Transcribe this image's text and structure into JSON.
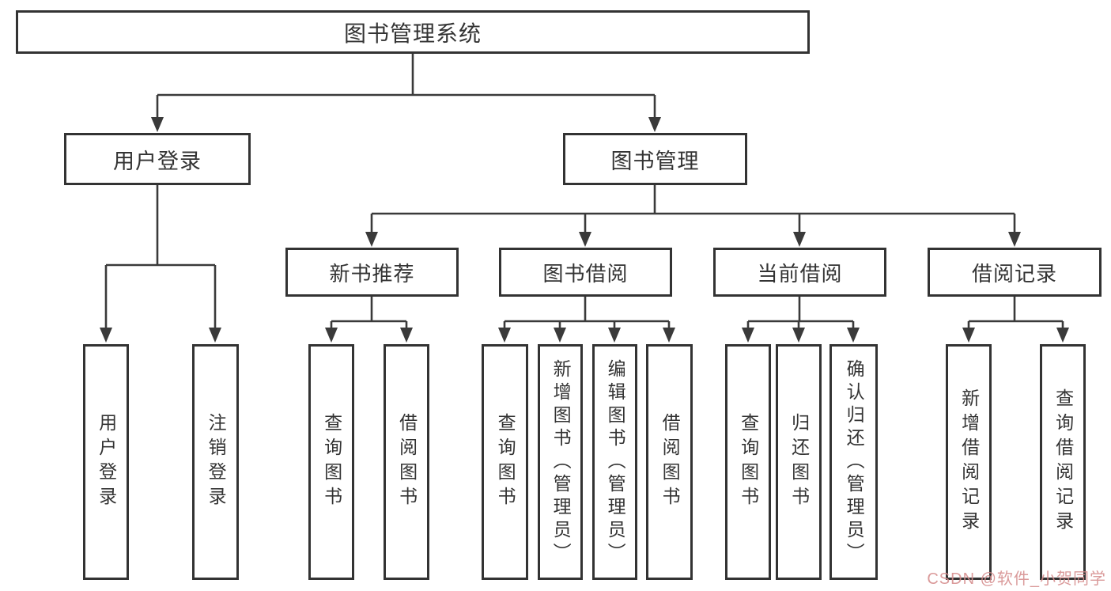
{
  "colors": {
    "line": "#3a3a3a",
    "box_border": "#333333",
    "text": "#333333",
    "background": "#ffffff",
    "watermark": "#d58c8c"
  },
  "tree": {
    "root": {
      "label": "图书管理系统"
    },
    "branches": [
      {
        "label": "用户登录",
        "children": [
          {
            "label": "用户登录"
          },
          {
            "label": "注销登录"
          }
        ]
      },
      {
        "label": "图书管理",
        "children": [
          {
            "label": "新书推荐",
            "children": [
              {
                "label": "查询图书"
              },
              {
                "label": "借阅图书"
              }
            ]
          },
          {
            "label": "图书借阅",
            "children": [
              {
                "label": "查询图书"
              },
              {
                "label": "新增图书（管理员）"
              },
              {
                "label": "编辑图书（管理员）"
              },
              {
                "label": "借阅图书"
              }
            ]
          },
          {
            "label": "当前借阅",
            "children": [
              {
                "label": "查询图书"
              },
              {
                "label": "归还图书"
              },
              {
                "label": "确认归还（管理员）"
              }
            ]
          },
          {
            "label": "借阅记录",
            "children": [
              {
                "label": "新增借阅记录"
              },
              {
                "label": "查询借阅记录"
              }
            ]
          }
        ]
      }
    ]
  },
  "watermark": {
    "text": "CSDN @软件_小贺同学"
  }
}
